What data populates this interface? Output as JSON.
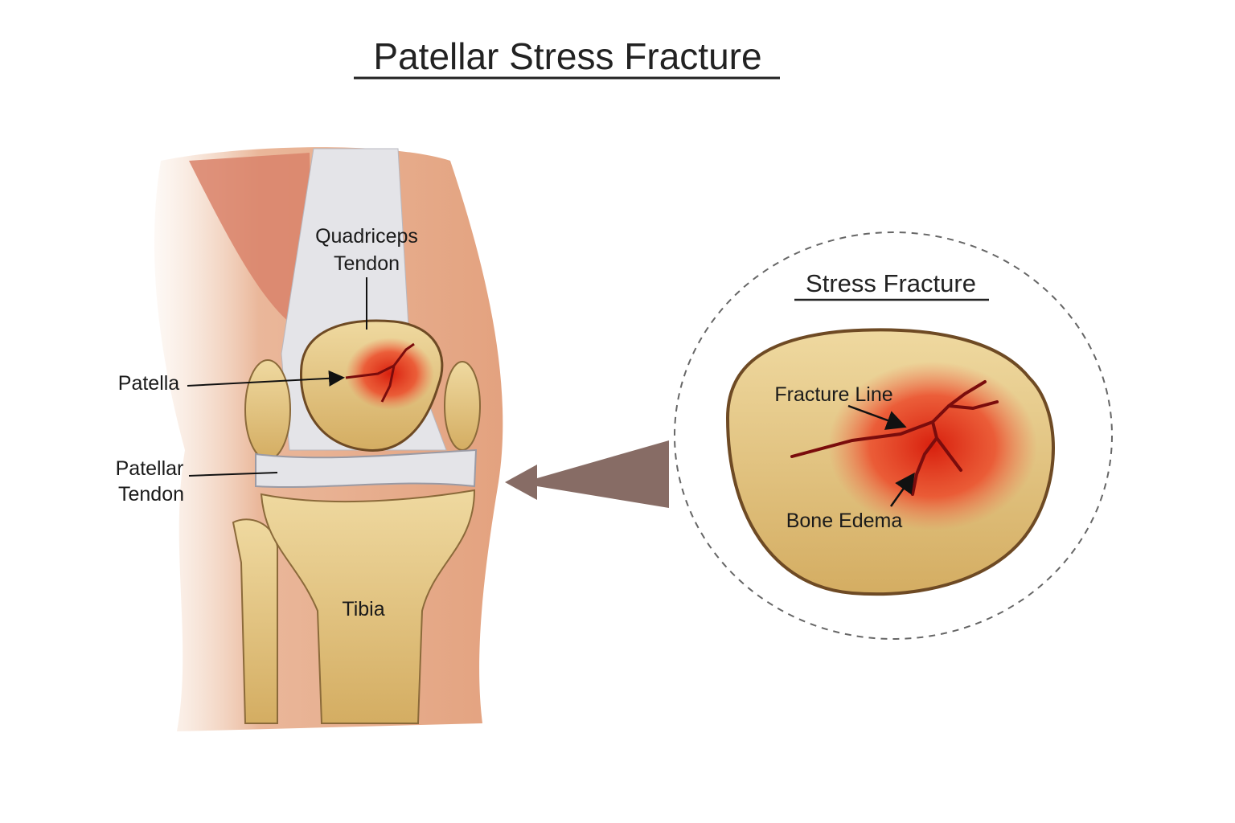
{
  "title": "Patellar Stress Fracture",
  "labels": {
    "quadriceps_tendon_line1": "Quadriceps",
    "quadriceps_tendon_line2": "Tendon",
    "patella": "Patella",
    "patellar_tendon_line1": "Patellar",
    "patellar_tendon_line2": "Tendon",
    "tibia": "Tibia"
  },
  "inset": {
    "title": "Stress Fracture",
    "fracture_line": "Fracture Line",
    "bone_edema": "Bone Edema"
  },
  "colors": {
    "bone": "#e6c98a",
    "edema": "#e8321e",
    "fracture": "#7a0c0c",
    "muscle": "#d9826a",
    "tendon": "#e4e4e8",
    "arrow": "#7a5c54"
  }
}
